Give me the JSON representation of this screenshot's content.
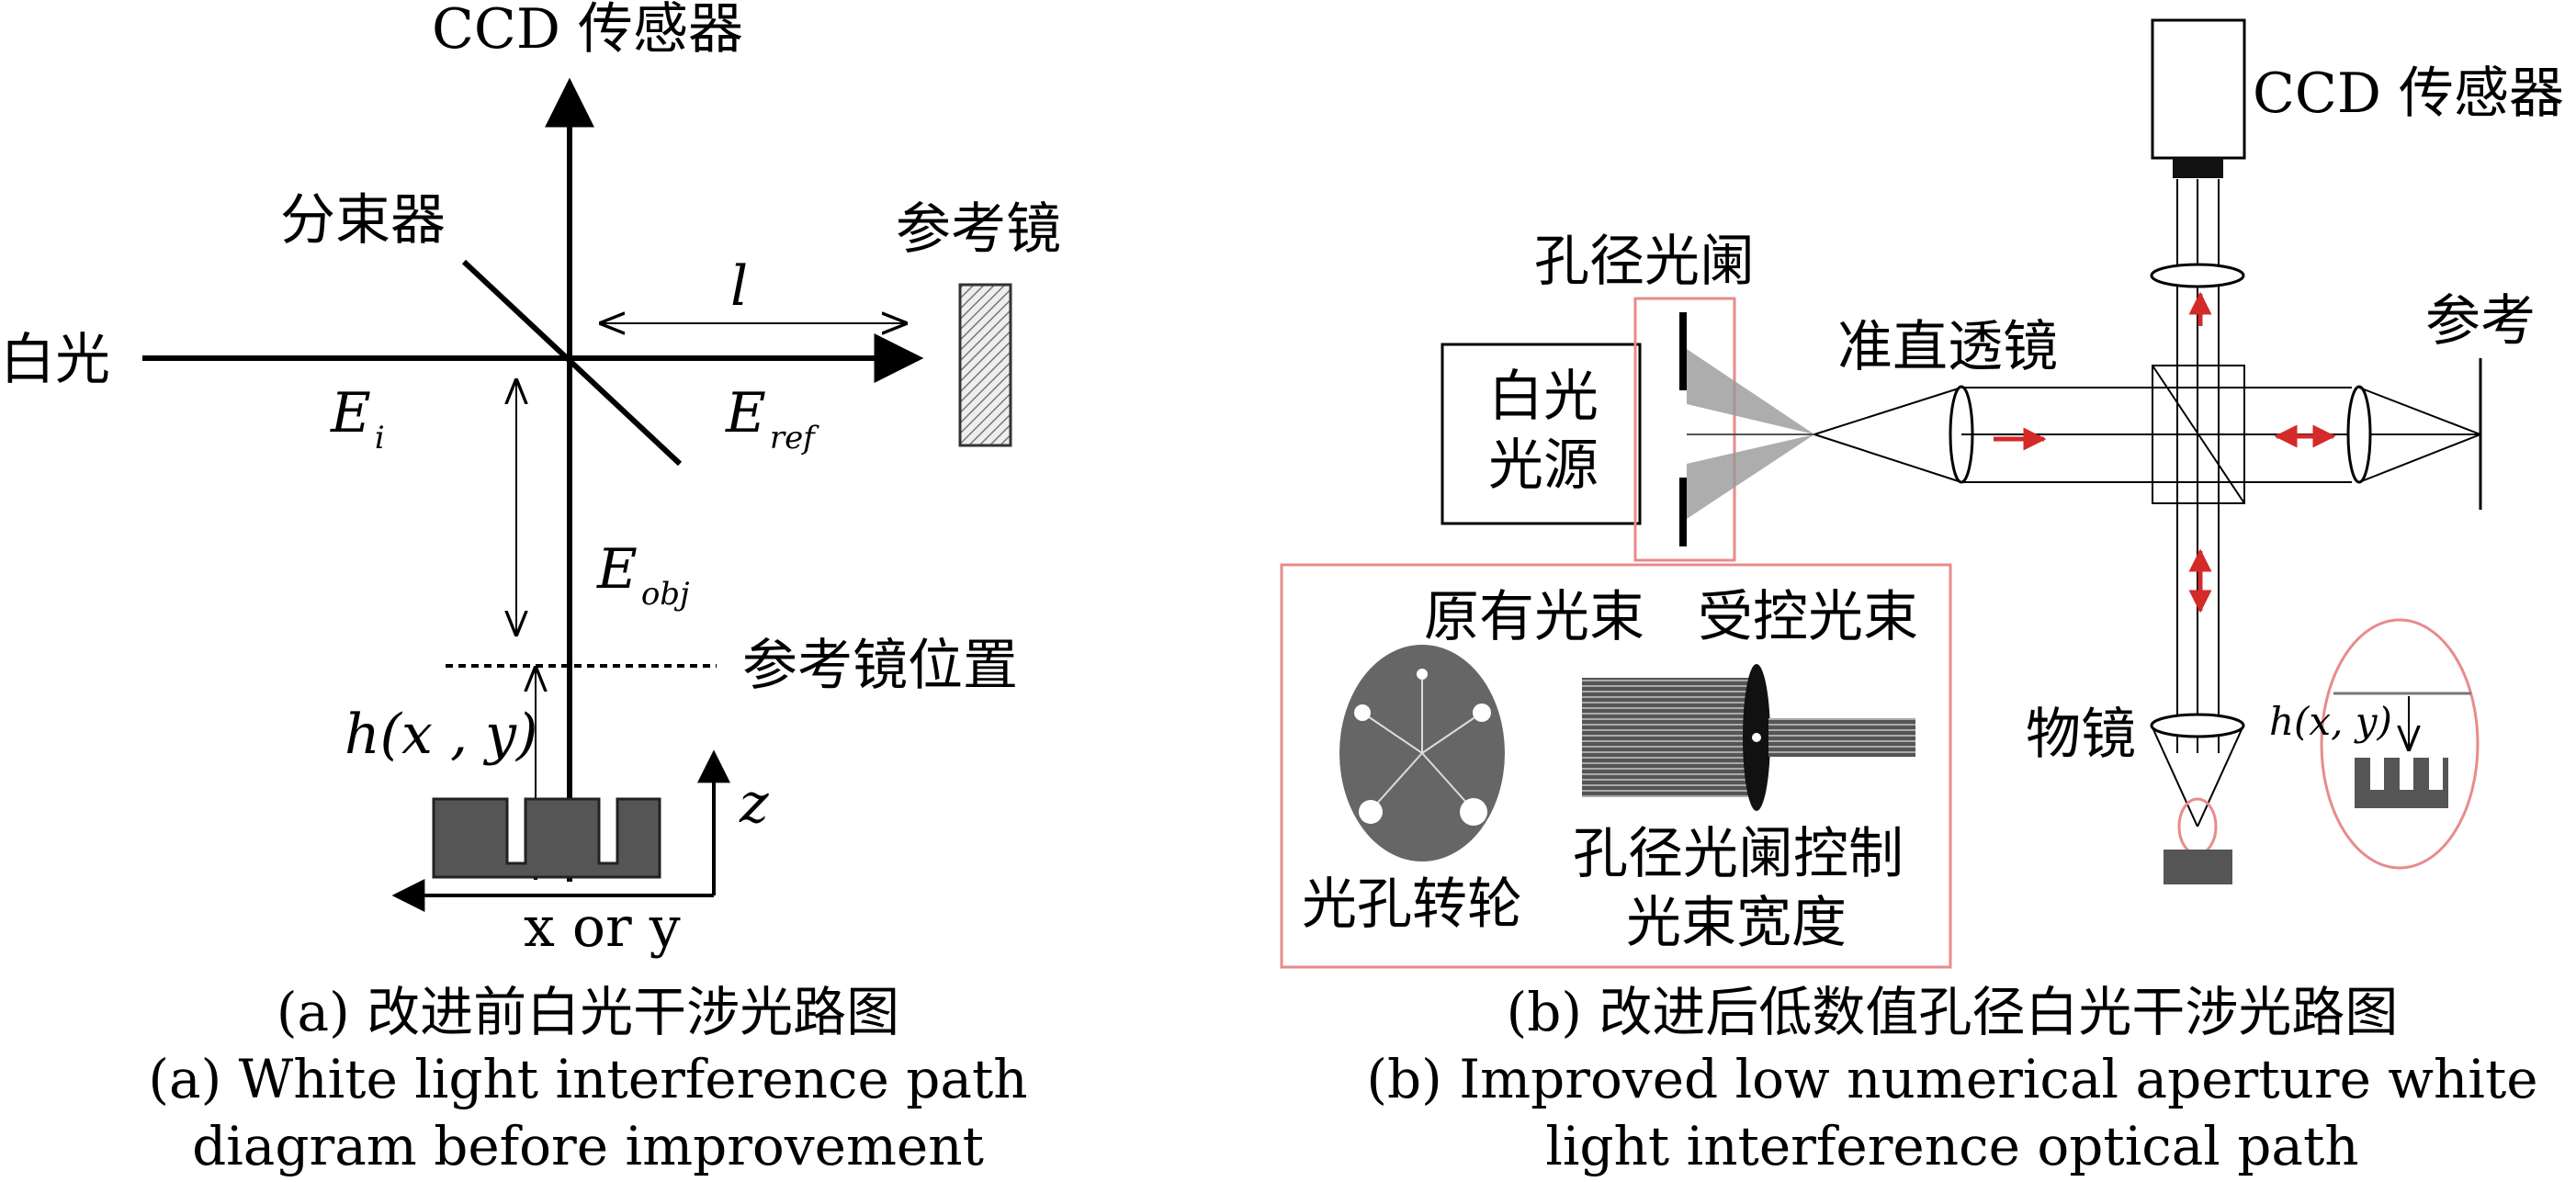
{
  "panel_a": {
    "ccd_label": "CCD 传感器",
    "beamsplitter_label": "分束器",
    "reference_mirror_label": "参考镜",
    "white_light_label": "白光",
    "path_length_label": "l",
    "e_incident": {
      "base": "E",
      "sub": "i"
    },
    "e_reference": {
      "base": "E",
      "sub": "ref"
    },
    "e_object": {
      "base": "E",
      "sub": "obj"
    },
    "reference_position_label": "参考镜位置",
    "height_label": "h(x , y)",
    "z_axis_label": "z",
    "x_axis_label": "x or y",
    "caption_cn": "(a) 改进前白光干涉光路图",
    "caption_en_line1": "(a) White light interference path",
    "caption_en_line2": "diagram before improvement"
  },
  "panel_b": {
    "ccd_label": "CCD 传感器",
    "aperture_label": "孔径光阑",
    "collimator_label": "准直透镜",
    "reference_label": "参考",
    "source_line1": "白光",
    "source_line2": "光源",
    "original_beam_label": "原有光束",
    "controlled_beam_label": "受控光束",
    "objective_label": "物镜",
    "height_label": "h(x, y)",
    "wheel_label": "光孔转轮",
    "control_line1": "孔径光阑控制",
    "control_line2": "光束宽度",
    "caption_cn": "(b) 改进后低数值孔径白光干涉光路图",
    "caption_en_line1": "(b) Improved low numerical aperture white",
    "caption_en_line2": "light interference optical path"
  },
  "colors": {
    "ink": "#000000",
    "highlight_red": "#e88b8b",
    "arrow_red": "#d42a2a",
    "sample_gray": "#555555"
  }
}
